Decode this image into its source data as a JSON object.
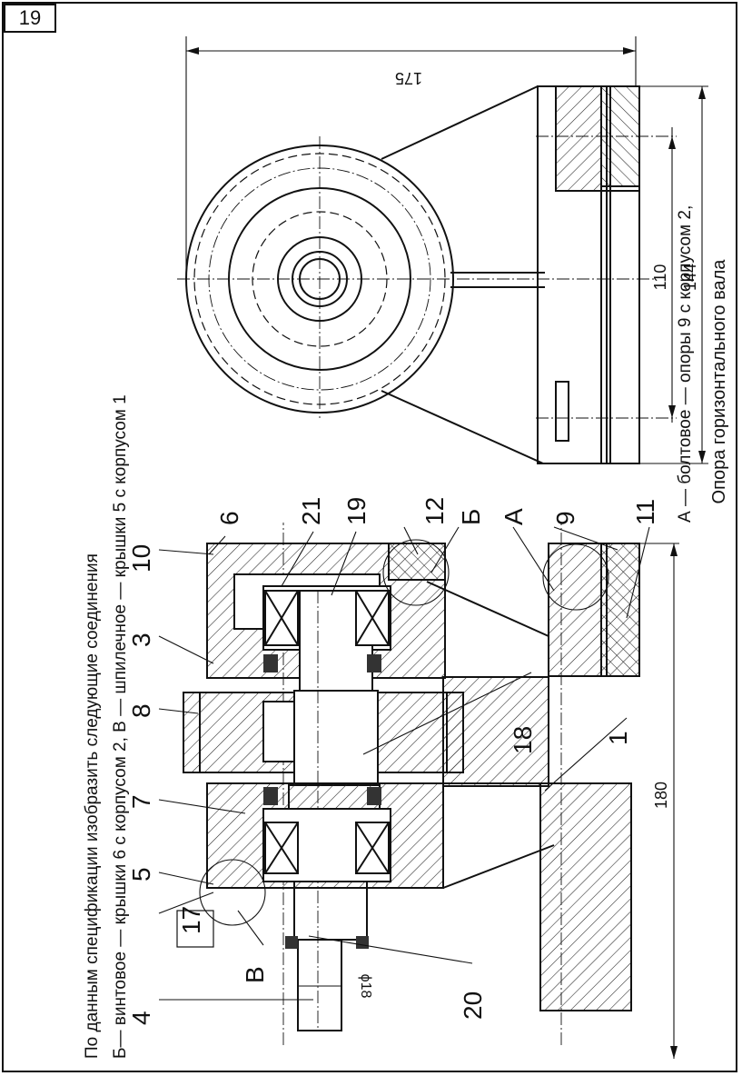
{
  "page_number": "19",
  "title": "Опора горизонтального вала",
  "task_lines": [
    "По данным спецификации изобразить следующие соединения",
    "А — болтовое — опоры 9 с корпусом 2,",
    "Б— винтовое — крышки 6  с корпусом 2,  В — шпилечное — крышки 5 с корпусом 1"
  ],
  "part_labels": [
    "4",
    "17",
    "5",
    "7",
    "8",
    "3",
    "10",
    "6",
    "21",
    "19",
    "12",
    "Б",
    "А",
    "9",
    "11",
    "В",
    "20",
    "18",
    "1"
  ],
  "dimensions": {
    "overall_height": "175",
    "bolt_spacing": "110",
    "base_width": "144",
    "overall_length": "180",
    "shaft_diameter": "ϕ18"
  }
}
